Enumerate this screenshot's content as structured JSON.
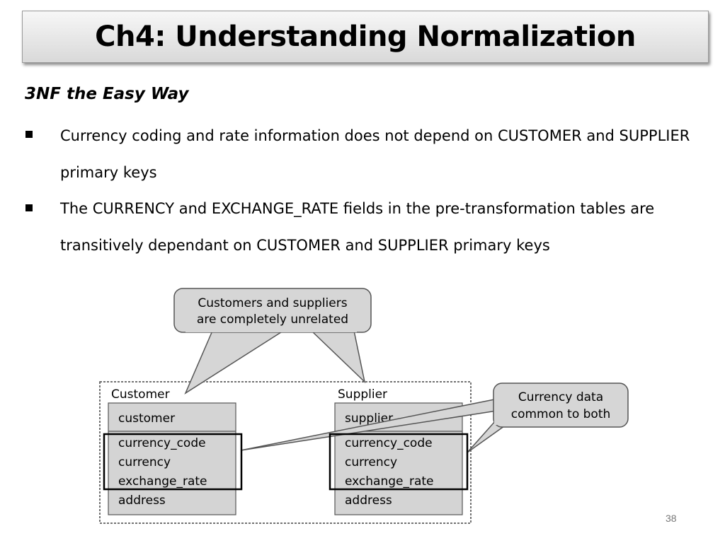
{
  "slide": {
    "title": "Ch4: Understanding Normalization",
    "subtitle": "3NF the Easy Way",
    "bullets": [
      "Currency coding and rate information does not depend on CUSTOMER and SUPPLIER primary keys",
      "The CURRENCY and EXCHANGE_RATE fields in the pre-transformation tables are transitively dependant on CUSTOMER and SUPPLIER primary keys"
    ],
    "page_number": "38"
  },
  "diagram": {
    "callout_top": [
      "Customers and suppliers",
      "are completely unrelated"
    ],
    "callout_right": [
      "Currency data",
      "common to both"
    ],
    "customer_table": {
      "name": "Customer",
      "fields": [
        "customer",
        "currency_code",
        "currency",
        "exchange_rate",
        "address"
      ]
    },
    "supplier_table": {
      "name": "Supplier",
      "fields": [
        "supplier",
        "currency_code",
        "currency",
        "exchange_rate",
        "address"
      ]
    }
  }
}
